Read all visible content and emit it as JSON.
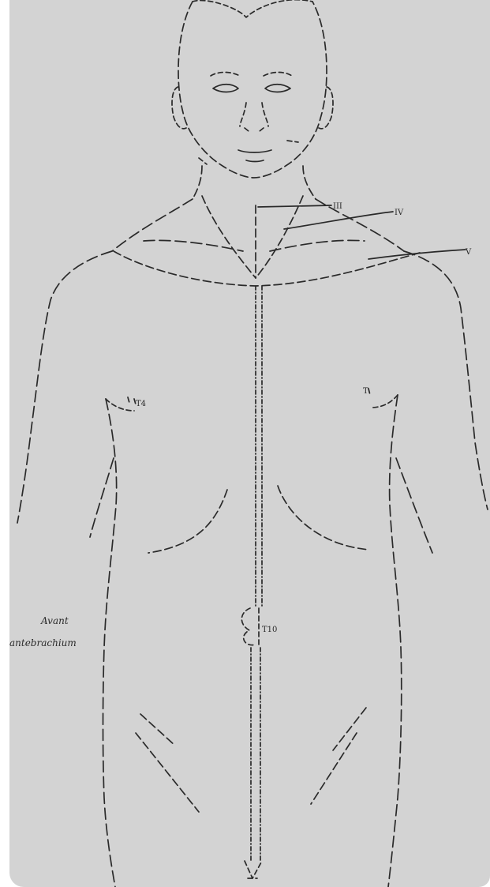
{
  "figure": {
    "background": "#d3d3d3",
    "ink": "#2a2a2a",
    "labels": {
      "c3": "III",
      "c4": "IV",
      "c5": "V",
      "t4_left": "T4",
      "t4_right": "T",
      "t10": "T10",
      "side_note_line1": "Avant",
      "side_note_line2": "antebrachium"
    }
  }
}
